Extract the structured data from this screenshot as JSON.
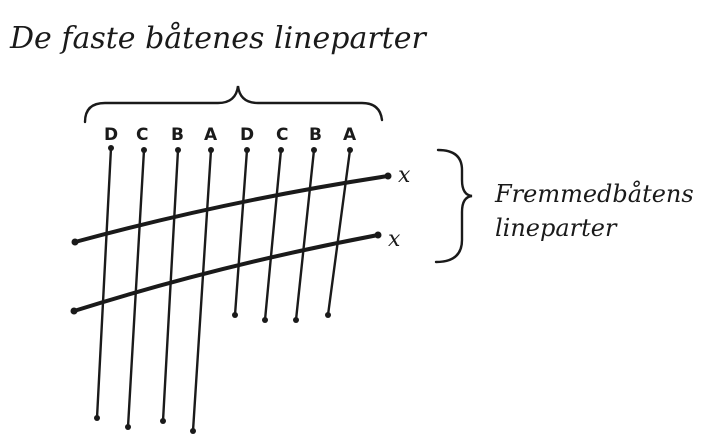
{
  "diagram": {
    "title": "De faste båtenes lineparter",
    "fixed_labels": [
      "D",
      "C",
      "B",
      "A",
      "D",
      "C",
      "B",
      "A"
    ],
    "cross_label": "x",
    "side_label_line1": "Fremmedbåtens",
    "side_label_line2": "lineparter"
  }
}
